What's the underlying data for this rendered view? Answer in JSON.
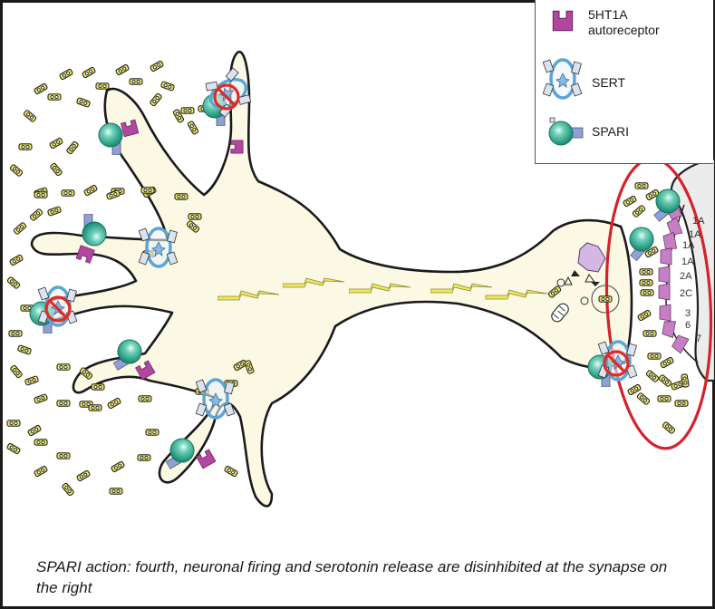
{
  "figure": {
    "type": "neuron-diagram",
    "caption": "SPARI action: fourth, neuronal firing and serotonin release are disinhibited at the synapse on the right"
  },
  "legend": {
    "items": [
      {
        "icon": "5ht1a-autoreceptor-icon",
        "label": "5HT1A autoreceptor",
        "label_line1": "5HT1A",
        "label_line2": "autoreceptor"
      },
      {
        "icon": "sert-transporter-icon",
        "label": "SERT"
      },
      {
        "icon": "spari-drug-icon",
        "label": "SPARI"
      }
    ]
  },
  "postsynaptic_receptors": {
    "labels": [
      "1A",
      "1A",
      "1A",
      "1A",
      "2A",
      "2C",
      "3",
      "6",
      "7"
    ]
  },
  "colors": {
    "neuron_fill": "#fbf8e4",
    "serotonin": "#f2ec5a",
    "autoreceptor": "#b2479f",
    "spari_sphere": "#2fa88f",
    "spari_tail": "#8ea0d8",
    "sert": "#5ba6d6",
    "highlight_ellipse": "#d4222b",
    "postsynaptic_fill": "#ececec",
    "receptor": "#c67fc4"
  }
}
